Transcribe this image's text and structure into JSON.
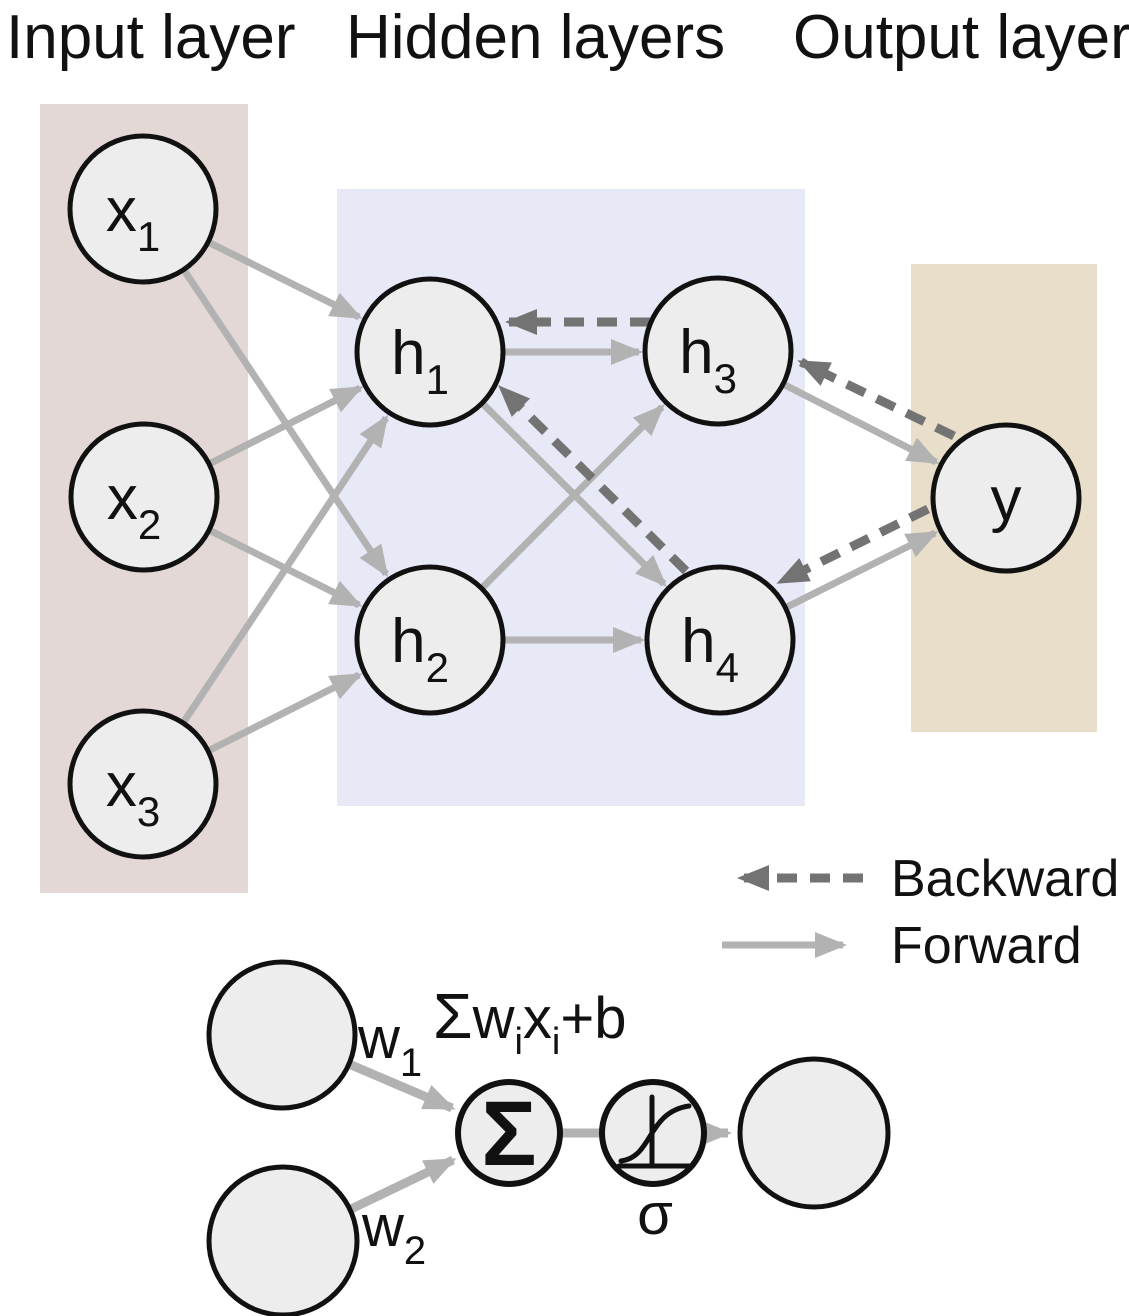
{
  "titles": {
    "input": "Input layer",
    "hidden": "Hidden layers",
    "output": "Output layer"
  },
  "nodes": {
    "x1": {
      "main": "x",
      "sub": "1"
    },
    "x2": {
      "main": "x",
      "sub": "2"
    },
    "x3": {
      "main": "x",
      "sub": "3"
    },
    "h1": {
      "main": "h",
      "sub": "1"
    },
    "h2": {
      "main": "h",
      "sub": "2"
    },
    "h3": {
      "main": "h",
      "sub": "3"
    },
    "h4": {
      "main": "h",
      "sub": "4"
    },
    "y": {
      "main": "y",
      "sub": ""
    }
  },
  "network": {
    "forward_edges": [
      "x1→h1",
      "x1→h2",
      "x2→h1",
      "x2→h2",
      "x3→h1",
      "x3→h2",
      "h1→h3",
      "h1→h4",
      "h2→h3",
      "h2→h4",
      "h3→y",
      "h4→y"
    ],
    "backward_edges": [
      "h3→h1",
      "h4→h1",
      "y→h3",
      "y→h4"
    ]
  },
  "legend": {
    "backward_label": "Backward",
    "forward_label": "Forward"
  },
  "neuron_detail": {
    "weight1": {
      "main": "w",
      "sub": "1"
    },
    "weight2": {
      "main": "w",
      "sub": "2"
    },
    "formula": {
      "sigma": "Σ",
      "w": "w",
      "sub1": "i",
      "x": "x",
      "sub2": "i",
      "tail": "+b"
    },
    "sum_symbol": "Σ",
    "activation_symbol": "σ"
  },
  "colors": {
    "input_band": "#e3d8d6",
    "hidden_band": "#e7e9f6",
    "output_band": "#e8dec9",
    "node_fill": "#ededed",
    "node_stroke": "#111111",
    "forward_arrow": "#b2b2b2",
    "backward_arrow": "#737373",
    "text": "#111111"
  }
}
